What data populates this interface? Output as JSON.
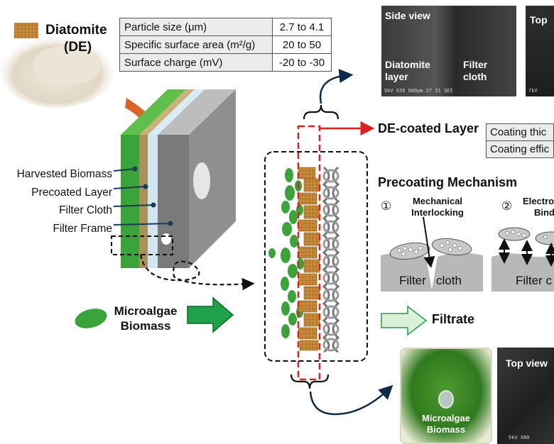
{
  "de_legend": {
    "title_line1": "Diatomite",
    "title_line2": "(DE)"
  },
  "properties_table": [
    {
      "property": "Particle size (μm)",
      "value": "2.7 to 4.1"
    },
    {
      "property": "Specific surface area (m²/g)",
      "value": "20 to 50"
    },
    {
      "property": "Surface charge (mV)",
      "value": "-20 to -30"
    }
  ],
  "filter_labels": [
    "Harvested Biomass",
    "Precoated Layer",
    "Filter Cloth",
    "Filter Frame"
  ],
  "microalgae_label": {
    "line1": "Microalgae",
    "line2": "Biomass"
  },
  "de_coated_label": "DE-coated Layer",
  "coating_table": [
    "Coating thic",
    "Coating effic"
  ],
  "mechanism": {
    "title": "Precoating Mechanism",
    "item1_number": "①",
    "item1_line1": "Mechanical",
    "item1_line2": "Interlocking",
    "item2_number": "②",
    "item2_line1": "Electro",
    "item2_line2": "Bind",
    "cloth_label_1_a": "Filter",
    "cloth_label_1_b": "cloth",
    "cloth_label_2": "Filter c"
  },
  "filtrate_label": "Filtrate",
  "sem_top_left": {
    "label": "Side view",
    "sublabel_1_line1": "Diatomite",
    "sublabel_1_line2": "layer",
    "sublabel_2_line1": "Filter",
    "sublabel_2_line2": "cloth",
    "scalebar": "5kV    X35 500μm    27 21 SEI"
  },
  "sem_top_right": {
    "label": "Top",
    "scalebar": "7kV"
  },
  "photo_bottom": {
    "line1": "Microalgae",
    "line2": "Biomass"
  },
  "sem_bottom_right": {
    "label": "Top view",
    "scalebar": "5kV   X80"
  },
  "colors": {
    "biomass_green": "#3aa33a",
    "arrow_green": "#1fa04a",
    "de_tan": "#c98a3a",
    "red_dash": "#e02020",
    "navy": "#0d2a4a"
  }
}
